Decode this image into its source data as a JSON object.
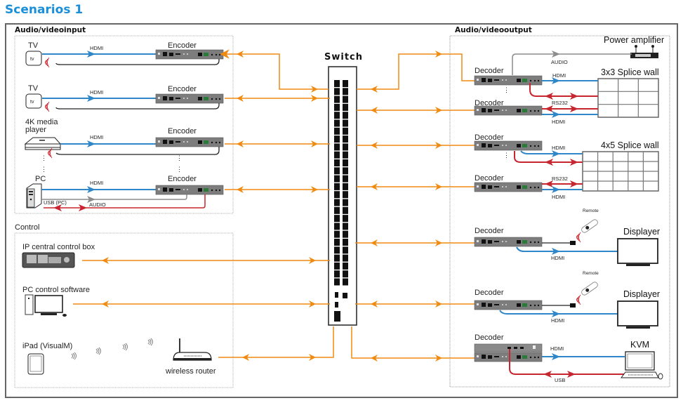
{
  "title": "Scenarios 1",
  "colors": {
    "title": "#1a8fd8",
    "ethernet": "#f08a10",
    "hdmi": "#2f86c8",
    "rs232_usb": "#c8262e",
    "audio": "#8c8c8c",
    "device": "#7d7d7d"
  },
  "input_section": {
    "label": "Audio/videoinput",
    "sources": [
      {
        "name": "TV",
        "icon": "tv-icon",
        "icon_text": "tv",
        "signal": "HDMI",
        "encoder": "Encoder"
      },
      {
        "name": "TV",
        "icon": "tv-icon",
        "icon_text": "tv",
        "signal": "HDMI",
        "encoder": "Encoder"
      },
      {
        "name": "4K media player",
        "name_line1": "4K media",
        "name_line2": "player",
        "icon": "media-player-icon",
        "signal": "HDMI",
        "encoder": "Encoder"
      },
      {
        "name": "PC",
        "icon": "pc-tower-icon",
        "signal": "HDMI",
        "encoder": "Encoder",
        "extra_signals": [
          "USB (PC)",
          "AUDIO"
        ]
      }
    ],
    "ellipsis": "⋮"
  },
  "control_section": {
    "label": "Control",
    "items": [
      {
        "name": "IP central control box",
        "icon": "control-box-icon"
      },
      {
        "name": "PC control software",
        "icon": "desktop-pc-icon"
      },
      {
        "name": "iPad (VisualM)",
        "icon": "tablet-icon"
      },
      {
        "name": "wireless router",
        "icon": "router-icon"
      }
    ]
  },
  "switch": {
    "label": "Switch"
  },
  "output_section": {
    "label": "Audio/videooutput",
    "power_amplifier": {
      "label": "Power amplifier",
      "signal": "AUDIO"
    },
    "decoder_label": "Decoder",
    "splice_walls": [
      {
        "label": "3x3 Splice wall",
        "rows": 3,
        "cols": 3,
        "signals": [
          "HDMI",
          "RS232",
          "HDMI"
        ]
      },
      {
        "label": "4x5 Splice wall",
        "rows": 4,
        "cols": 5,
        "signals": [
          "HDMI",
          "RS232",
          "HDMI"
        ]
      }
    ],
    "displays": [
      {
        "label": "Displayer",
        "remote": "Remote",
        "signal": "HDMI"
      },
      {
        "label": "Displayer",
        "remote": "Remote",
        "signal": "HDMI"
      }
    ],
    "kvm": {
      "label": "KVM",
      "signals": [
        "HDMI",
        "USB"
      ]
    }
  }
}
